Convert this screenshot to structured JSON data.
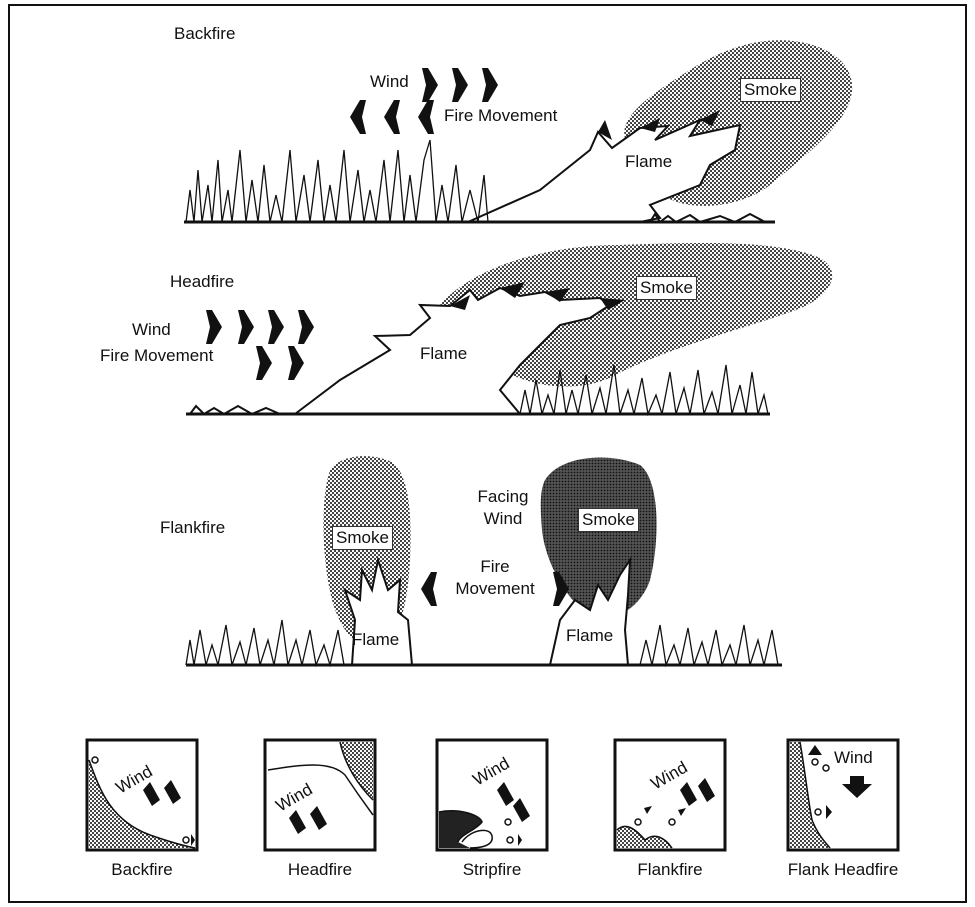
{
  "panels": {
    "backfire": {
      "title": "Backfire",
      "wind_label": "Wind",
      "fire_movement_label": "Fire Movement",
      "smoke_label": "Smoke",
      "flame_label": "Flame"
    },
    "headfire": {
      "title": "Headfire",
      "wind_label": "Wind",
      "fire_movement_label": "Fire Movement",
      "smoke_label": "Smoke",
      "flame_label": "Flame"
    },
    "flankfire": {
      "title": "Flankfire",
      "facing_wind_label": "Facing\nWind",
      "fire_movement_label": "Fire\nMovement",
      "smoke_left_label": "Smoke",
      "smoke_right_label": "Smoke",
      "flame_left_label": "Flame",
      "flame_right_label": "Flame"
    }
  },
  "plans": [
    {
      "caption": "Backfire",
      "wind_label": "Wind"
    },
    {
      "caption": "Headfire",
      "wind_label": "Wind"
    },
    {
      "caption": "Stripfire",
      "wind_label": "Wind"
    },
    {
      "caption": "Flankfire",
      "wind_label": "Wind"
    },
    {
      "caption": "Flank Headfire",
      "wind_label": "Wind"
    }
  ],
  "colors": {
    "ink": "#111111",
    "smoke": "#8a8a8a",
    "paper": "#ffffff"
  }
}
